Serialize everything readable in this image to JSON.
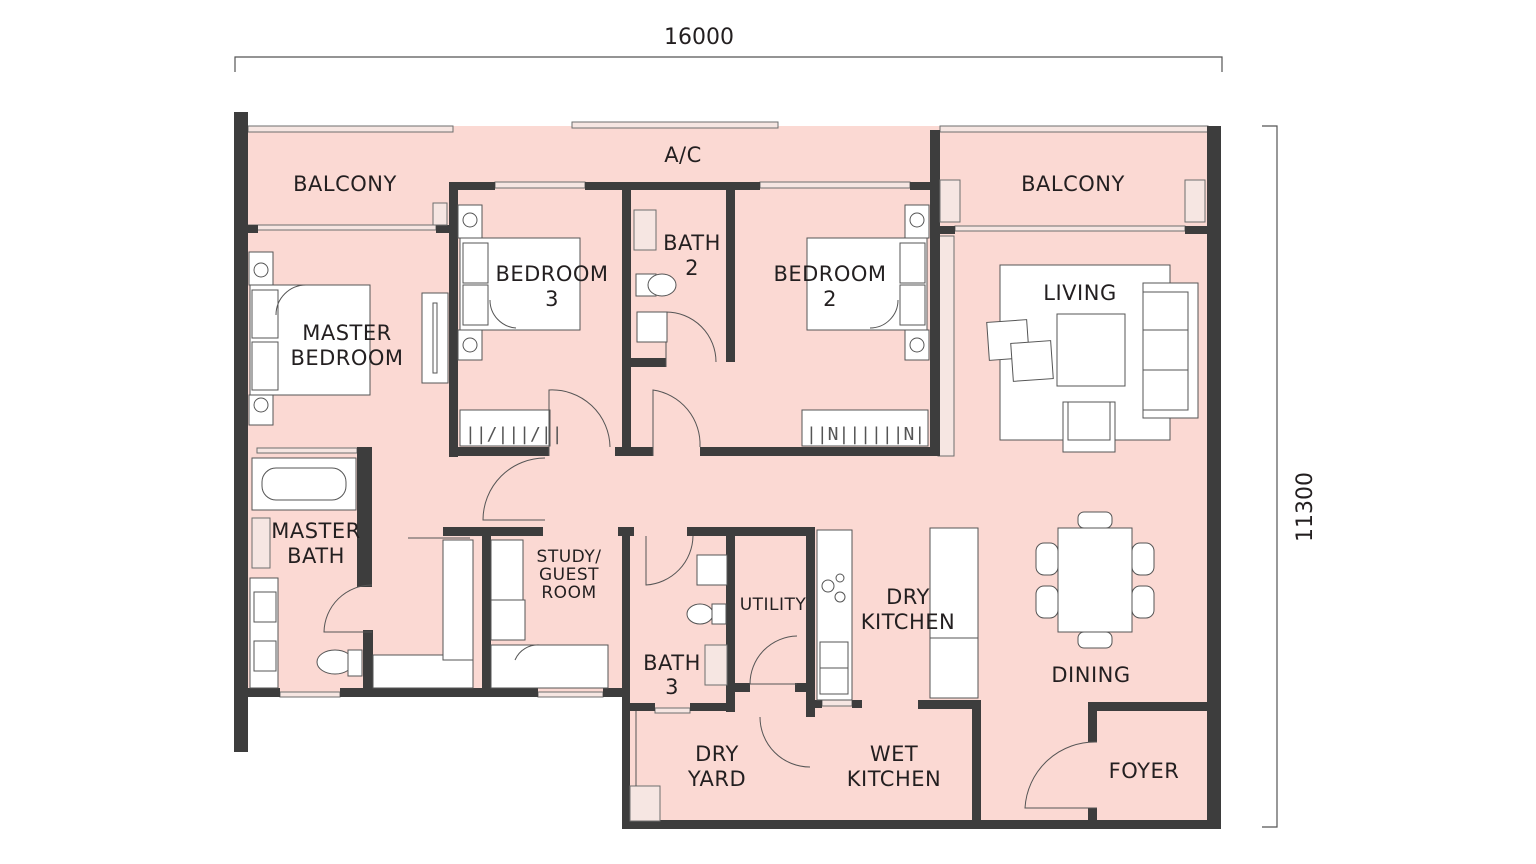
{
  "dimensions": {
    "width_mm": "16000",
    "depth_mm": "11300"
  },
  "colors": {
    "floor_fill": "#fbd9d3",
    "wall": "#3d3d3d",
    "furniture": "#ffffff",
    "text": "#231f20"
  },
  "rooms": {
    "balcony_left": {
      "line1": "BALCONY"
    },
    "ac_ledge": {
      "line1": "A/C"
    },
    "balcony_right": {
      "line1": "BALCONY"
    },
    "master_bedroom": {
      "line1": "MASTER",
      "line2": "BEDROOM"
    },
    "bedroom3": {
      "line1": "BEDROOM",
      "line2": "3"
    },
    "bath2": {
      "line1": "BATH",
      "line2": "2"
    },
    "bedroom2": {
      "line1": "BEDROOM",
      "line2": "2"
    },
    "living": {
      "line1": "LIVING"
    },
    "master_bath": {
      "line1": "MASTER",
      "line2": "BATH"
    },
    "study": {
      "line1": "STUDY/",
      "line2": "GUEST",
      "line3": "ROOM"
    },
    "utility": {
      "line1": "UTILITY"
    },
    "bath3": {
      "line1": "BATH",
      "line2": "3"
    },
    "dry_kitchen": {
      "line1": "DRY",
      "line2": "KITCHEN"
    },
    "dining": {
      "line1": "DINING"
    },
    "dry_yard": {
      "line1": "DRY",
      "line2": "YARD"
    },
    "wet_kitchen": {
      "line1": "WET",
      "line2": "KITCHEN"
    },
    "foyer": {
      "line1": "FOYER"
    }
  }
}
